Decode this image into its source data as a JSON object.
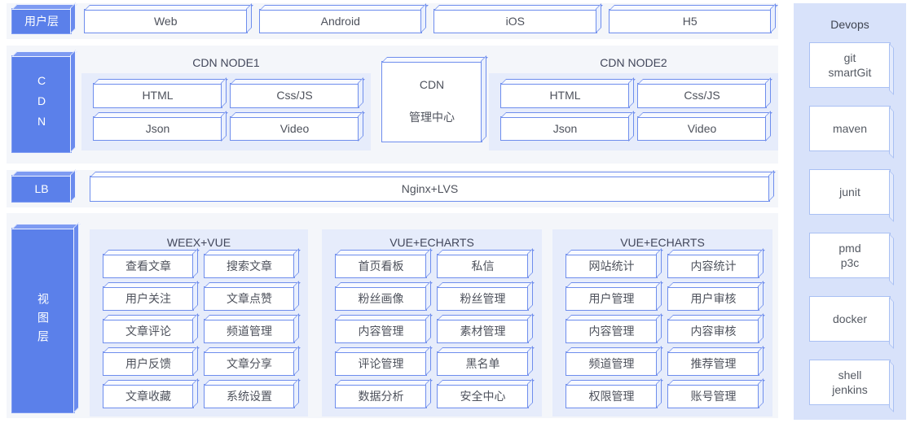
{
  "bands": {
    "user": {
      "label": "用户层",
      "items": [
        "Web",
        "Android",
        "iOS",
        "H5"
      ]
    },
    "cdn": {
      "label": "CDN",
      "node1": {
        "title": "CDN NODE1",
        "items": [
          "HTML",
          "Css/JS",
          "Json",
          "Video"
        ]
      },
      "center": {
        "line1": "CDN",
        "line2": "管理中心"
      },
      "node2": {
        "title": "CDN NODE2",
        "items": [
          "HTML",
          "Css/JS",
          "Json",
          "Video"
        ]
      }
    },
    "lb": {
      "label": "LB",
      "item": "Nginx+LVS"
    },
    "view": {
      "label": "视图层",
      "groups": [
        {
          "title": "WEEX+VUE",
          "items": [
            "查看文章",
            "搜索文章",
            "用户关注",
            "文章点赞",
            "文章评论",
            "频道管理",
            "用户反馈",
            "文章分享",
            "文章收藏",
            "系统设置"
          ]
        },
        {
          "title": "VUE+ECHARTS",
          "items": [
            "首页看板",
            "私信",
            "粉丝画像",
            "粉丝管理",
            "内容管理",
            "素材管理",
            "评论管理",
            "黑名单",
            "数据分析",
            "安全中心"
          ]
        },
        {
          "title": "VUE+ECHARTS",
          "items": [
            "网站统计",
            "内容统计",
            "用户管理",
            "用户审核",
            "内容管理",
            "内容审核",
            "频道管理",
            "推荐管理",
            "权限管理",
            "账号管理"
          ]
        }
      ]
    }
  },
  "devops": {
    "title": "Devops",
    "items": [
      "git\nsmartGit",
      "maven",
      "junit",
      "pmd\np3c",
      "docker",
      "shell\njenkins"
    ]
  },
  "colors": {
    "accent_blue": "#5b80ea",
    "box_border_blue": "#6e8ded",
    "group_panel_blue": "#e6ecfb",
    "band_background": "#f4f6fa",
    "devops_panel_blue": "#d8e2fa"
  }
}
